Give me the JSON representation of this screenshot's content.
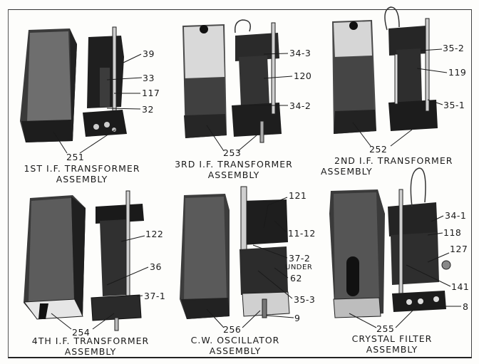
{
  "figure": {
    "assemblies": [
      {
        "caption_line1": "1ST I.F. TRANSFORMER",
        "caption_line2": "ASSEMBLY",
        "shield_callout": "251",
        "callouts": [
          "39",
          "33",
          "117",
          "32"
        ]
      },
      {
        "caption_line1": "3RD I.F. TRANSFORMER",
        "caption_line2": "ASSEMBLY",
        "shield_callout": "253",
        "callouts": [
          "34-3",
          "120",
          "34-2"
        ]
      },
      {
        "caption_line1": "2ND I.F. TRANSFORMER",
        "caption_line2": "ASSEMBLY",
        "shield_callout": "252",
        "callouts": [
          "35-2",
          "119",
          "35-1"
        ]
      },
      {
        "caption_line1": "4TH I.F. TRANSFORMER",
        "caption_line2": "ASSEMBLY",
        "shield_callout": "254",
        "callouts": [
          "122",
          "36",
          "37-1"
        ]
      },
      {
        "caption_line1": "C.W. OSCILLATOR",
        "caption_line2": "ASSEMBLY",
        "shield_callout": "256",
        "callouts": [
          "121",
          "11-12",
          "37-2",
          "UNDER",
          "62",
          "35-3",
          "9"
        ]
      },
      {
        "caption_line1": "CRYSTAL FILTER",
        "caption_line2": "ASSEMBLY",
        "shield_callout": "255",
        "callouts": [
          "34-1",
          "118",
          "127",
          "141",
          "8"
        ]
      }
    ]
  }
}
